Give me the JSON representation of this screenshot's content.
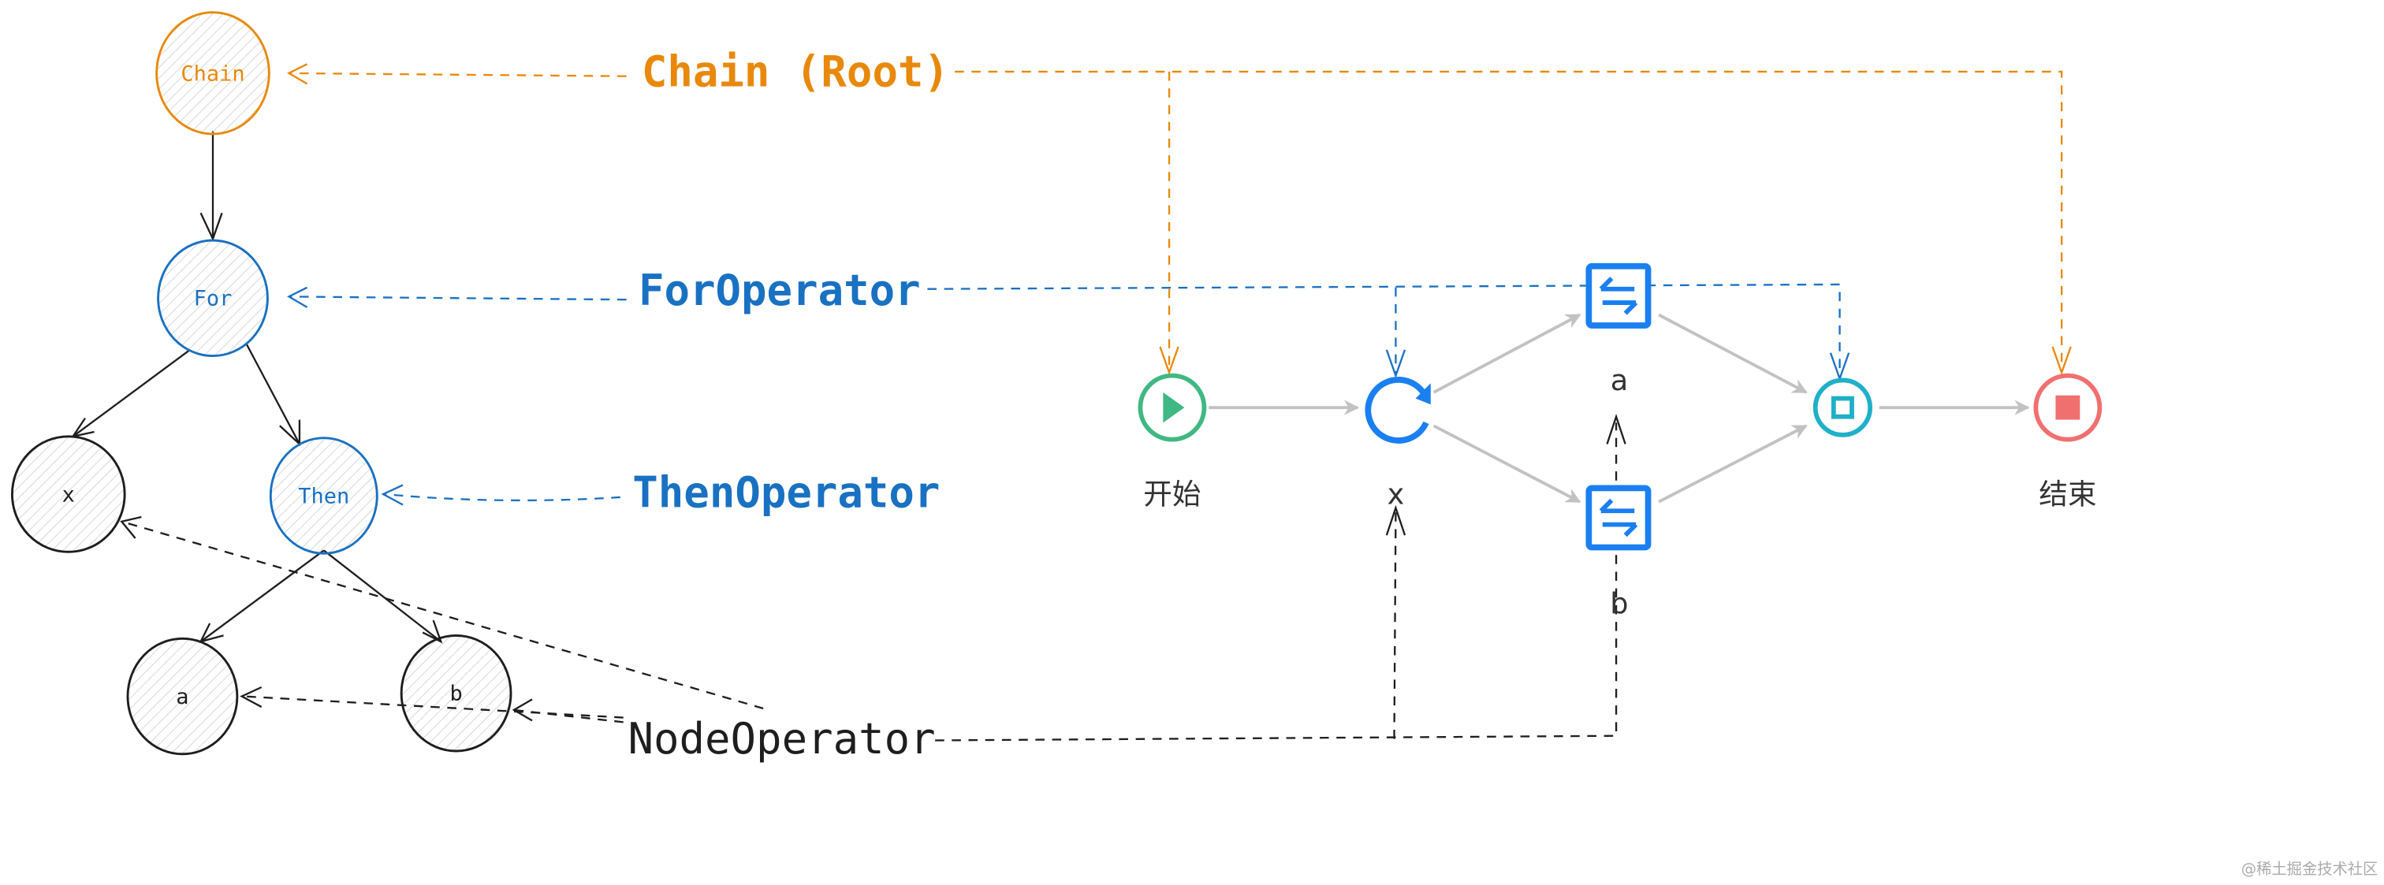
{
  "colors": {
    "root": "#e8890c",
    "operator": "#1971c2",
    "node": "#1e1e1e",
    "flow_arrow": "#c2c2c2",
    "start": "#40b883",
    "loop": "#1a7ff0",
    "join": "#1fb0c8",
    "end": "#f07070"
  },
  "tree": {
    "chain": "Chain",
    "for": "For",
    "x": "x",
    "then": "Then",
    "a": "a",
    "b": "b"
  },
  "operators": {
    "chain_root": "Chain (Root)",
    "for_operator": "ForOperator",
    "then_operator": "ThenOperator",
    "node_operator": "NodeOperator"
  },
  "flow": {
    "start_label": "开始",
    "loop_label": "x",
    "task_a_label": "a",
    "task_b_label": "b",
    "end_label": "结束"
  },
  "watermark": "@稀土掘金技术社区"
}
